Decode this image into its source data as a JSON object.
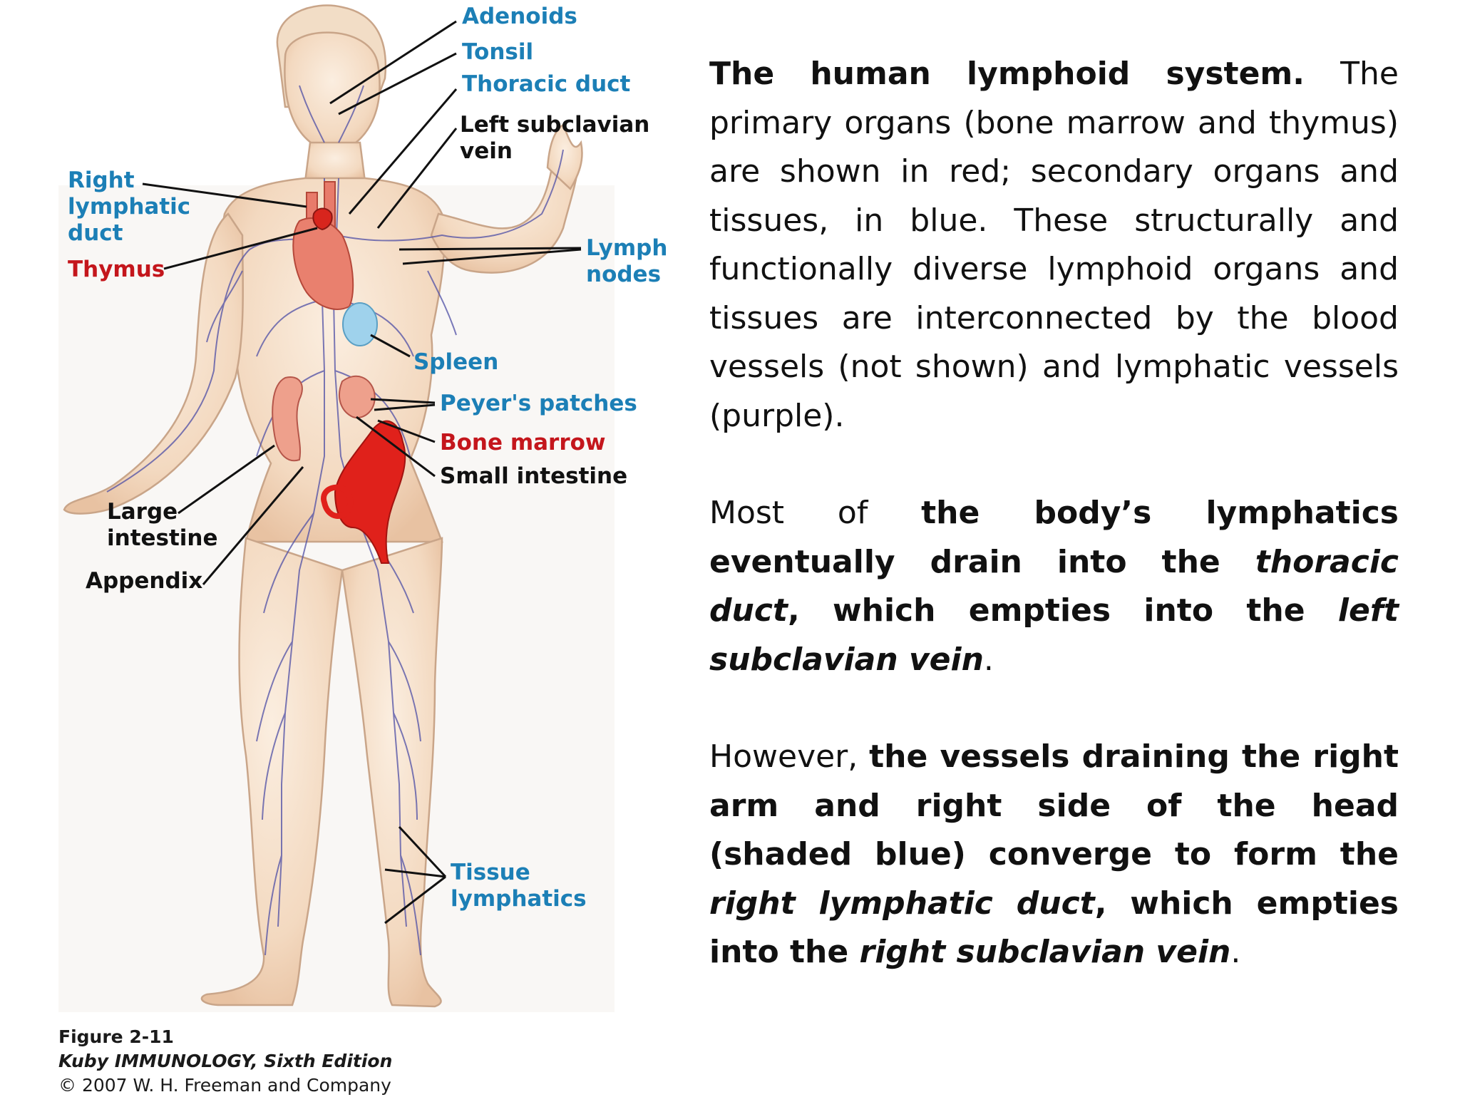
{
  "labels": {
    "adenoids": "Adenoids",
    "tonsil": "Tonsil",
    "thoracic_duct": "Thoracic duct",
    "left_subclavian": "Left subclavian\nvein",
    "right_lymphatic": "Right\nlymphatic\nduct",
    "thymus": "Thymus",
    "lymph_nodes": "Lymph\nnodes",
    "spleen": "Spleen",
    "peyers": "Peyer's patches",
    "bone_marrow": "Bone marrow",
    "small_intestine": "Small intestine",
    "large_intestine": "Large\nintestine",
    "appendix": "Appendix",
    "tissue_lymphatics": "Tissue\nlymphatics"
  },
  "caption": {
    "figure": "Figure 2-11",
    "book": "Kuby IMMUNOLOGY, Sixth Edition",
    "copyright": "© 2007 W. H. Freeman and Company"
  },
  "text": {
    "p1": {
      "lead": "The human lymphoid system. ",
      "body": "The primary  organs (bone marrow and thymus) are shown in red; secondary organs and tissues, in blue. These structurally and functionally diverse lymphoid organs and tissues are interconnected by the blood vessels (not shown) and lymphatic vessels (purple)."
    },
    "p2": {
      "a": "Most of ",
      "b": "the body’s lymphatics eventually drain into the ",
      "c": "thoracic duct",
      "d": ", which empties into the ",
      "e": "left subclavian vein",
      "f": "."
    },
    "p3": {
      "a": "However, ",
      "b": "the vessels draining the right arm and right side of the head (shaded blue) converge to form the ",
      "c": "right lymphatic duct",
      "d": ", which empties into the ",
      "e": "right subclavian vein",
      "f": "."
    }
  },
  "colors": {
    "label_blue": "#1c7fb6",
    "label_red": "#c4161c",
    "vessel_purple": "#4f4fa6",
    "bone_marrow_red": "#e0211b",
    "spleen_blue": "#9fd2ec",
    "skin": "#f6e1cb"
  }
}
